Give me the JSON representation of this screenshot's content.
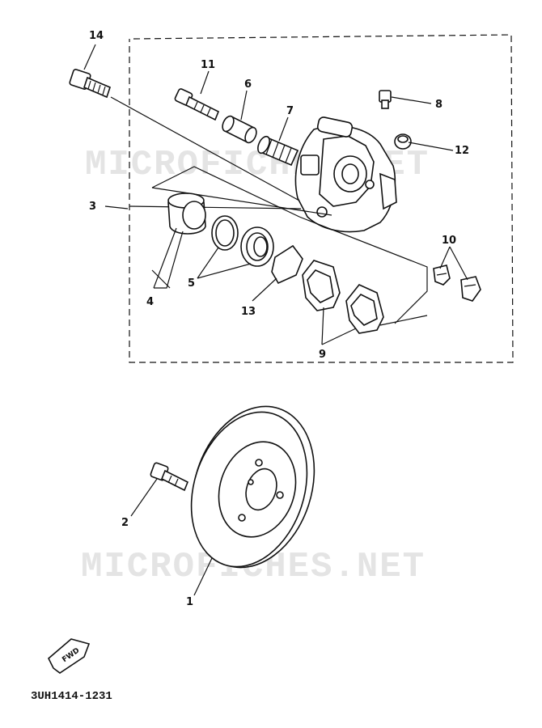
{
  "watermarks": [
    "MICROFICHES.NET",
    "MICROFICHES.NET"
  ],
  "diagram_code": "3UH1414-1231",
  "fwd_label": "FWD",
  "callouts": {
    "c1": "1",
    "c2": "2",
    "c3": "3",
    "c4": "4",
    "c5": "5",
    "c6": "6",
    "c7": "7",
    "c8": "8",
    "c9": "9",
    "c10": "10",
    "c11": "11",
    "c12": "12",
    "c13": "13",
    "c14": "14"
  }
}
